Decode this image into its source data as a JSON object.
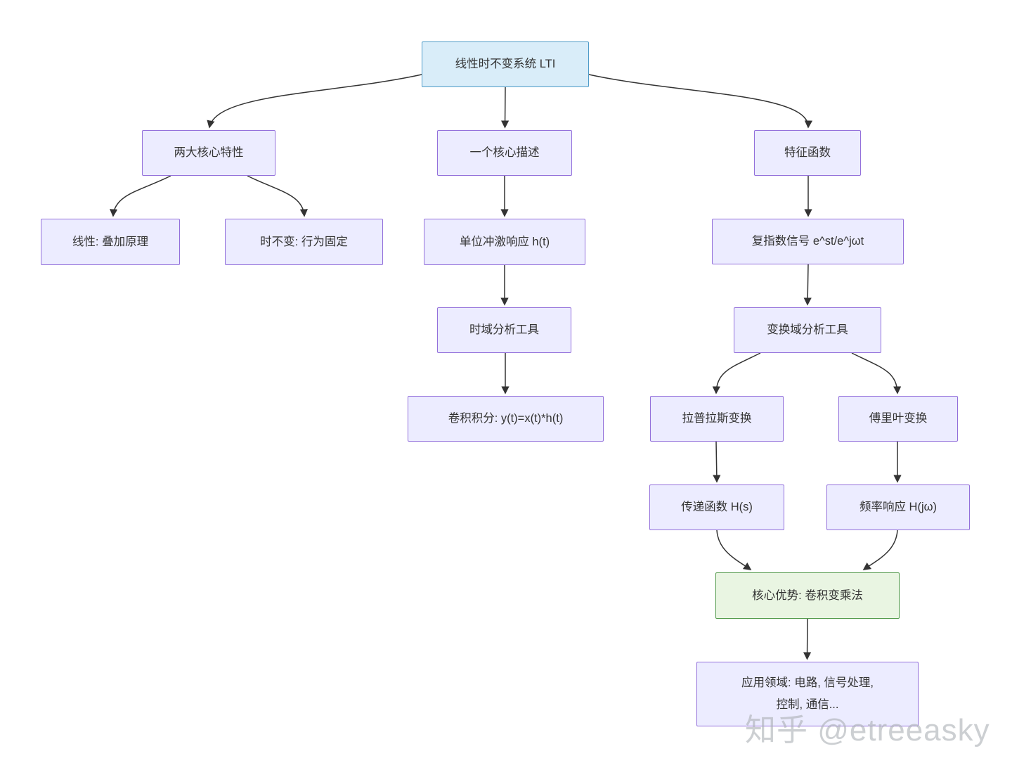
{
  "diagram": {
    "watermark": "知乎 @etreeasky",
    "colors": {
      "node_fill": "#ECECFF",
      "node_border": "#9370DB",
      "root_fill": "#d9edf9",
      "root_border": "#4e9bc8",
      "highlight_fill": "#e9f5e2",
      "highlight_border": "#549b4d",
      "edge": "#333333",
      "text": "#333333"
    },
    "nodes": [
      {
        "id": "lti",
        "label": "线性时不变系统 LTI"
      },
      {
        "id": "features",
        "label": "两大核心特性"
      },
      {
        "id": "description",
        "label": "一个核心描述"
      },
      {
        "id": "eigenfunction",
        "label": "特征函数"
      },
      {
        "id": "linearity",
        "label": "线性: 叠加原理"
      },
      {
        "id": "time-invariance",
        "label": "时不变: 行为固定"
      },
      {
        "id": "impulse-response",
        "label": "单位冲激响应 h(t)"
      },
      {
        "id": "complex-exp",
        "label": "复指数信号 e^st/e^jωt"
      },
      {
        "id": "time-domain-tool",
        "label": "时域分析工具"
      },
      {
        "id": "transform-tool",
        "label": "变换域分析工具"
      },
      {
        "id": "convolution",
        "label": "卷积积分: y(t)=x(t)*h(t)"
      },
      {
        "id": "laplace",
        "label": "拉普拉斯变换"
      },
      {
        "id": "fourier",
        "label": "傅里叶变换"
      },
      {
        "id": "transfer-func",
        "label": "传递函数 H(s)"
      },
      {
        "id": "freq-response",
        "label": "频率响应 H(jω)"
      },
      {
        "id": "advantage",
        "label": "核心优势: 卷积变乘法"
      },
      {
        "id": "applications",
        "label": "应用领域: 电路, 信号处理,",
        "label2": "控制, 通信..."
      }
    ],
    "edges": [
      {
        "from": "lti",
        "to": "features"
      },
      {
        "from": "lti",
        "to": "description"
      },
      {
        "from": "lti",
        "to": "eigenfunction"
      },
      {
        "from": "features",
        "to": "linearity"
      },
      {
        "from": "features",
        "to": "time-invariance"
      },
      {
        "from": "description",
        "to": "impulse-response"
      },
      {
        "from": "eigenfunction",
        "to": "complex-exp"
      },
      {
        "from": "impulse-response",
        "to": "time-domain-tool"
      },
      {
        "from": "complex-exp",
        "to": "transform-tool"
      },
      {
        "from": "time-domain-tool",
        "to": "convolution"
      },
      {
        "from": "transform-tool",
        "to": "laplace"
      },
      {
        "from": "transform-tool",
        "to": "fourier"
      },
      {
        "from": "laplace",
        "to": "transfer-func"
      },
      {
        "from": "fourier",
        "to": "freq-response"
      },
      {
        "from": "transfer-func",
        "to": "advantage"
      },
      {
        "from": "freq-response",
        "to": "advantage"
      },
      {
        "from": "advantage",
        "to": "applications"
      }
    ]
  }
}
